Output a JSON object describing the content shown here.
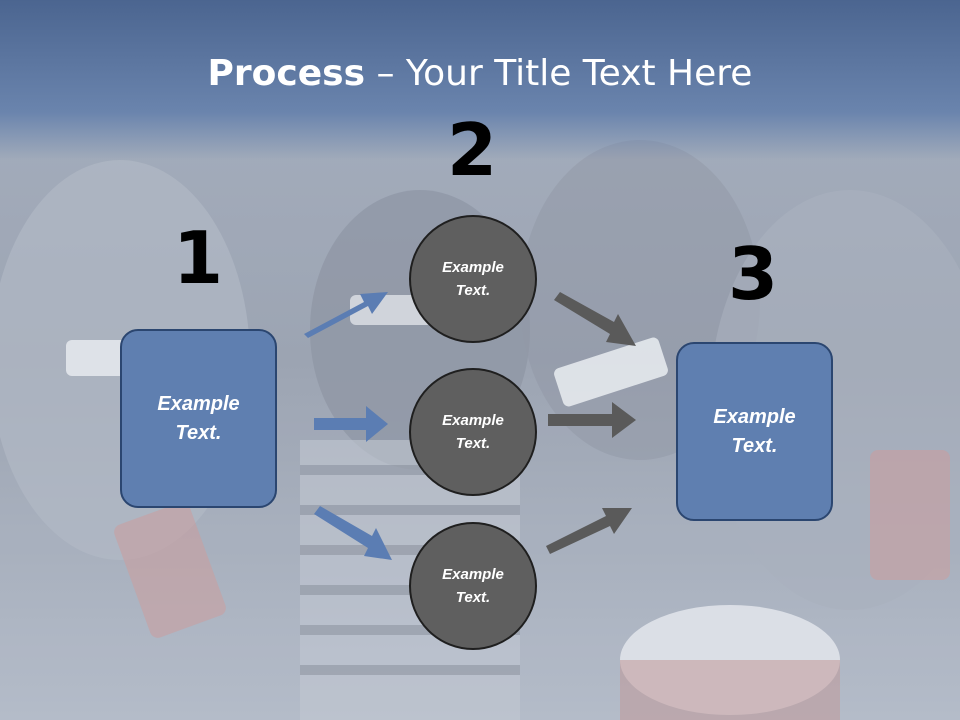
{
  "title": {
    "bold": "Process",
    "rest": " – Your Title Text Here"
  },
  "steps": {
    "one": "1",
    "two": "2",
    "three": "3"
  },
  "left_box": {
    "text": "Example Text."
  },
  "right_box": {
    "text": "Example Text."
  },
  "circles": [
    {
      "text": "Example Text."
    },
    {
      "text": "Example Text."
    },
    {
      "text": "Example Text."
    }
  ],
  "colors": {
    "header": "#5470a0",
    "box_fill": "#5f7fb0",
    "circle_fill": "#5f5f5f",
    "arrow_in": "#5b7db3",
    "arrow_out": "#5a5a5a"
  }
}
